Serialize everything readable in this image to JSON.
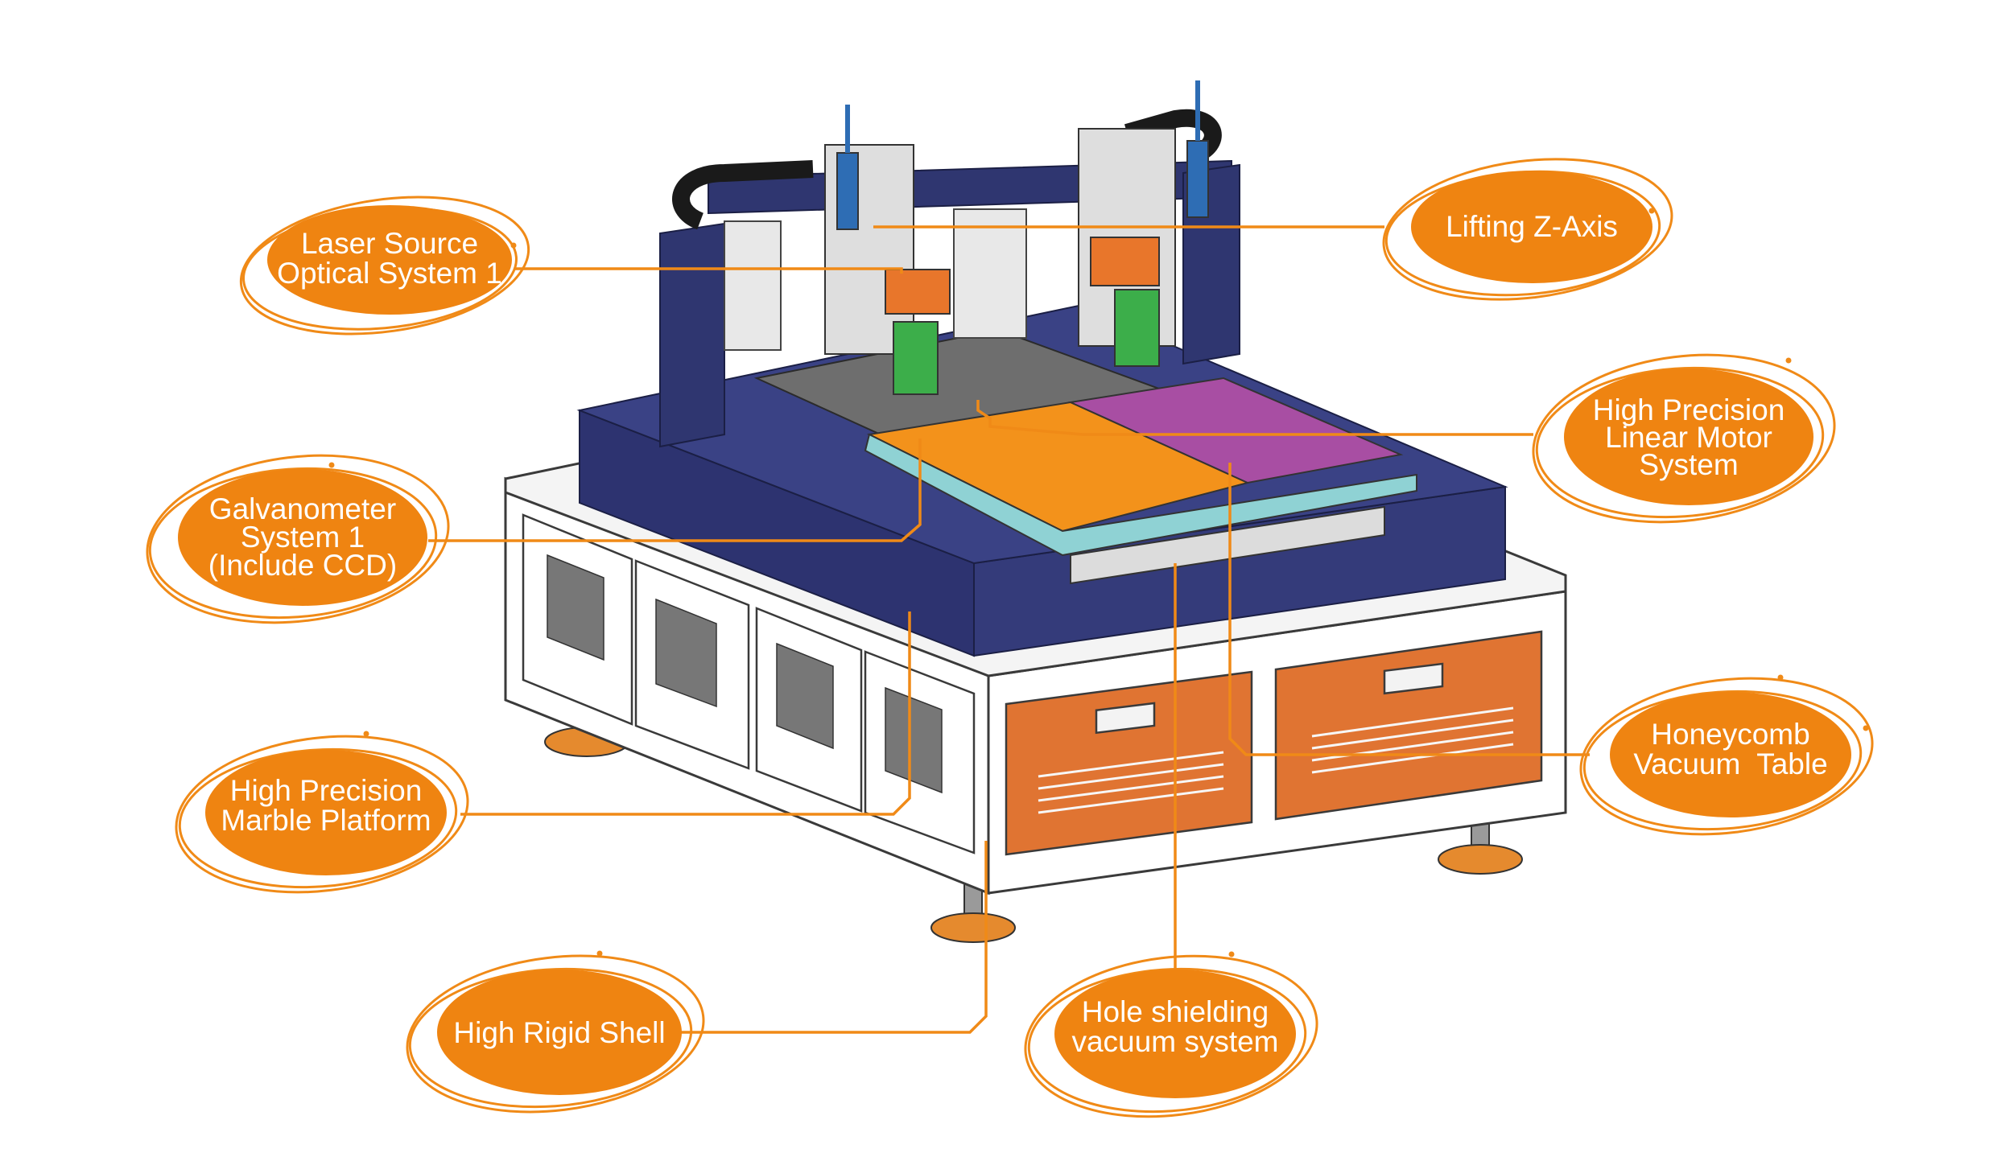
{
  "colors": {
    "accent": "#ef8411",
    "frame_navy": "#2f3670",
    "vacuum_orange": "#f3921b",
    "vacuum_magenta": "#a84ea3",
    "rail_cyan": "#8fd2d4",
    "cabinet_panel": "#e07432",
    "cabinet_white": "#ffffff"
  },
  "callouts": {
    "laser_source": {
      "lines": [
        "Laser Source",
        "Optical System 1"
      ]
    },
    "lifting_z": {
      "lines": [
        "Lifting Z-Axis"
      ]
    },
    "linear_motor": {
      "lines": [
        "High Precision",
        "Linear Motor",
        "System"
      ]
    },
    "galvanometer": {
      "lines": [
        "Galvanometer",
        "System 1",
        "(Include CCD)"
      ]
    },
    "honeycomb": {
      "lines": [
        "Honeycomb",
        "Vacuum  Table"
      ]
    },
    "marble": {
      "lines": [
        "High Precision",
        "Marble Platform"
      ]
    },
    "shell": {
      "lines": [
        "High Rigid Shell"
      ]
    },
    "hole_shield": {
      "lines": [
        "Hole shielding",
        "vacuum system"
      ]
    }
  }
}
